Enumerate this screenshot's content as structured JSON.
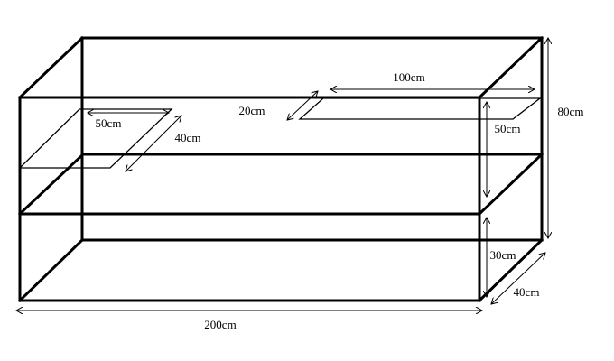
{
  "dimensions": {
    "width": "200cm",
    "depth_bottom": "40cm",
    "height_total": "80cm",
    "height_lower": "30cm",
    "height_upper": "50cm",
    "hole_left_width": "50cm",
    "hole_left_depth": "40cm",
    "hole_right_width": "100cm",
    "hole_right_depth": "20cm",
    "hole_right_height": "50cm"
  }
}
